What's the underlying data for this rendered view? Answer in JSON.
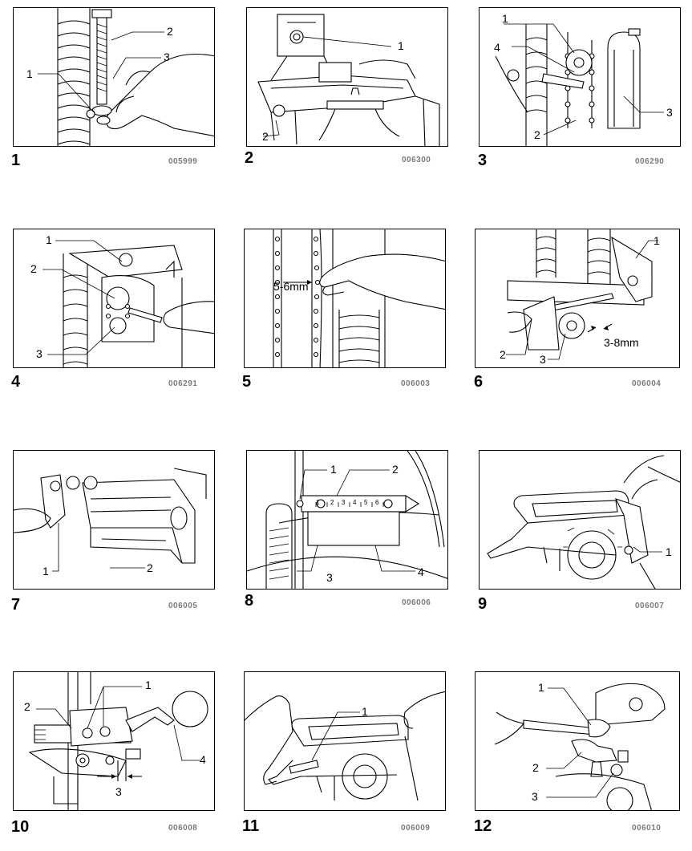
{
  "figures": [
    {
      "number": "1",
      "code": "005999",
      "callouts": [
        "1",
        "2",
        "3"
      ]
    },
    {
      "number": "2",
      "code": "006300",
      "callouts": [
        "1",
        "2"
      ]
    },
    {
      "number": "3",
      "code": "006290",
      "callouts": [
        "1",
        "4",
        "3",
        "2"
      ]
    },
    {
      "number": "4",
      "code": "006291",
      "callouts": [
        "1",
        "2",
        "3"
      ]
    },
    {
      "number": "5",
      "code": "006003",
      "callouts": [],
      "measurement": "5-6mm"
    },
    {
      "number": "6",
      "code": "006004",
      "callouts": [
        "1",
        "2",
        "3"
      ],
      "measurement": "3-8mm"
    },
    {
      "number": "7",
      "code": "006005",
      "callouts": [
        "1",
        "2"
      ]
    },
    {
      "number": "8",
      "code": "006006",
      "callouts": [
        "1",
        "2",
        "3",
        "4"
      ],
      "scale_ticks": [
        "1",
        "2",
        "3",
        "4",
        "5",
        "6"
      ]
    },
    {
      "number": "9",
      "code": "006007",
      "callouts": [
        "1"
      ]
    },
    {
      "number": "10",
      "code": "006008",
      "callouts": [
        "1",
        "2",
        "3",
        "4"
      ]
    },
    {
      "number": "11",
      "code": "006009",
      "callouts": [
        "1"
      ]
    },
    {
      "number": "12",
      "code": "006010",
      "callouts": [
        "1",
        "2",
        "3"
      ]
    }
  ]
}
